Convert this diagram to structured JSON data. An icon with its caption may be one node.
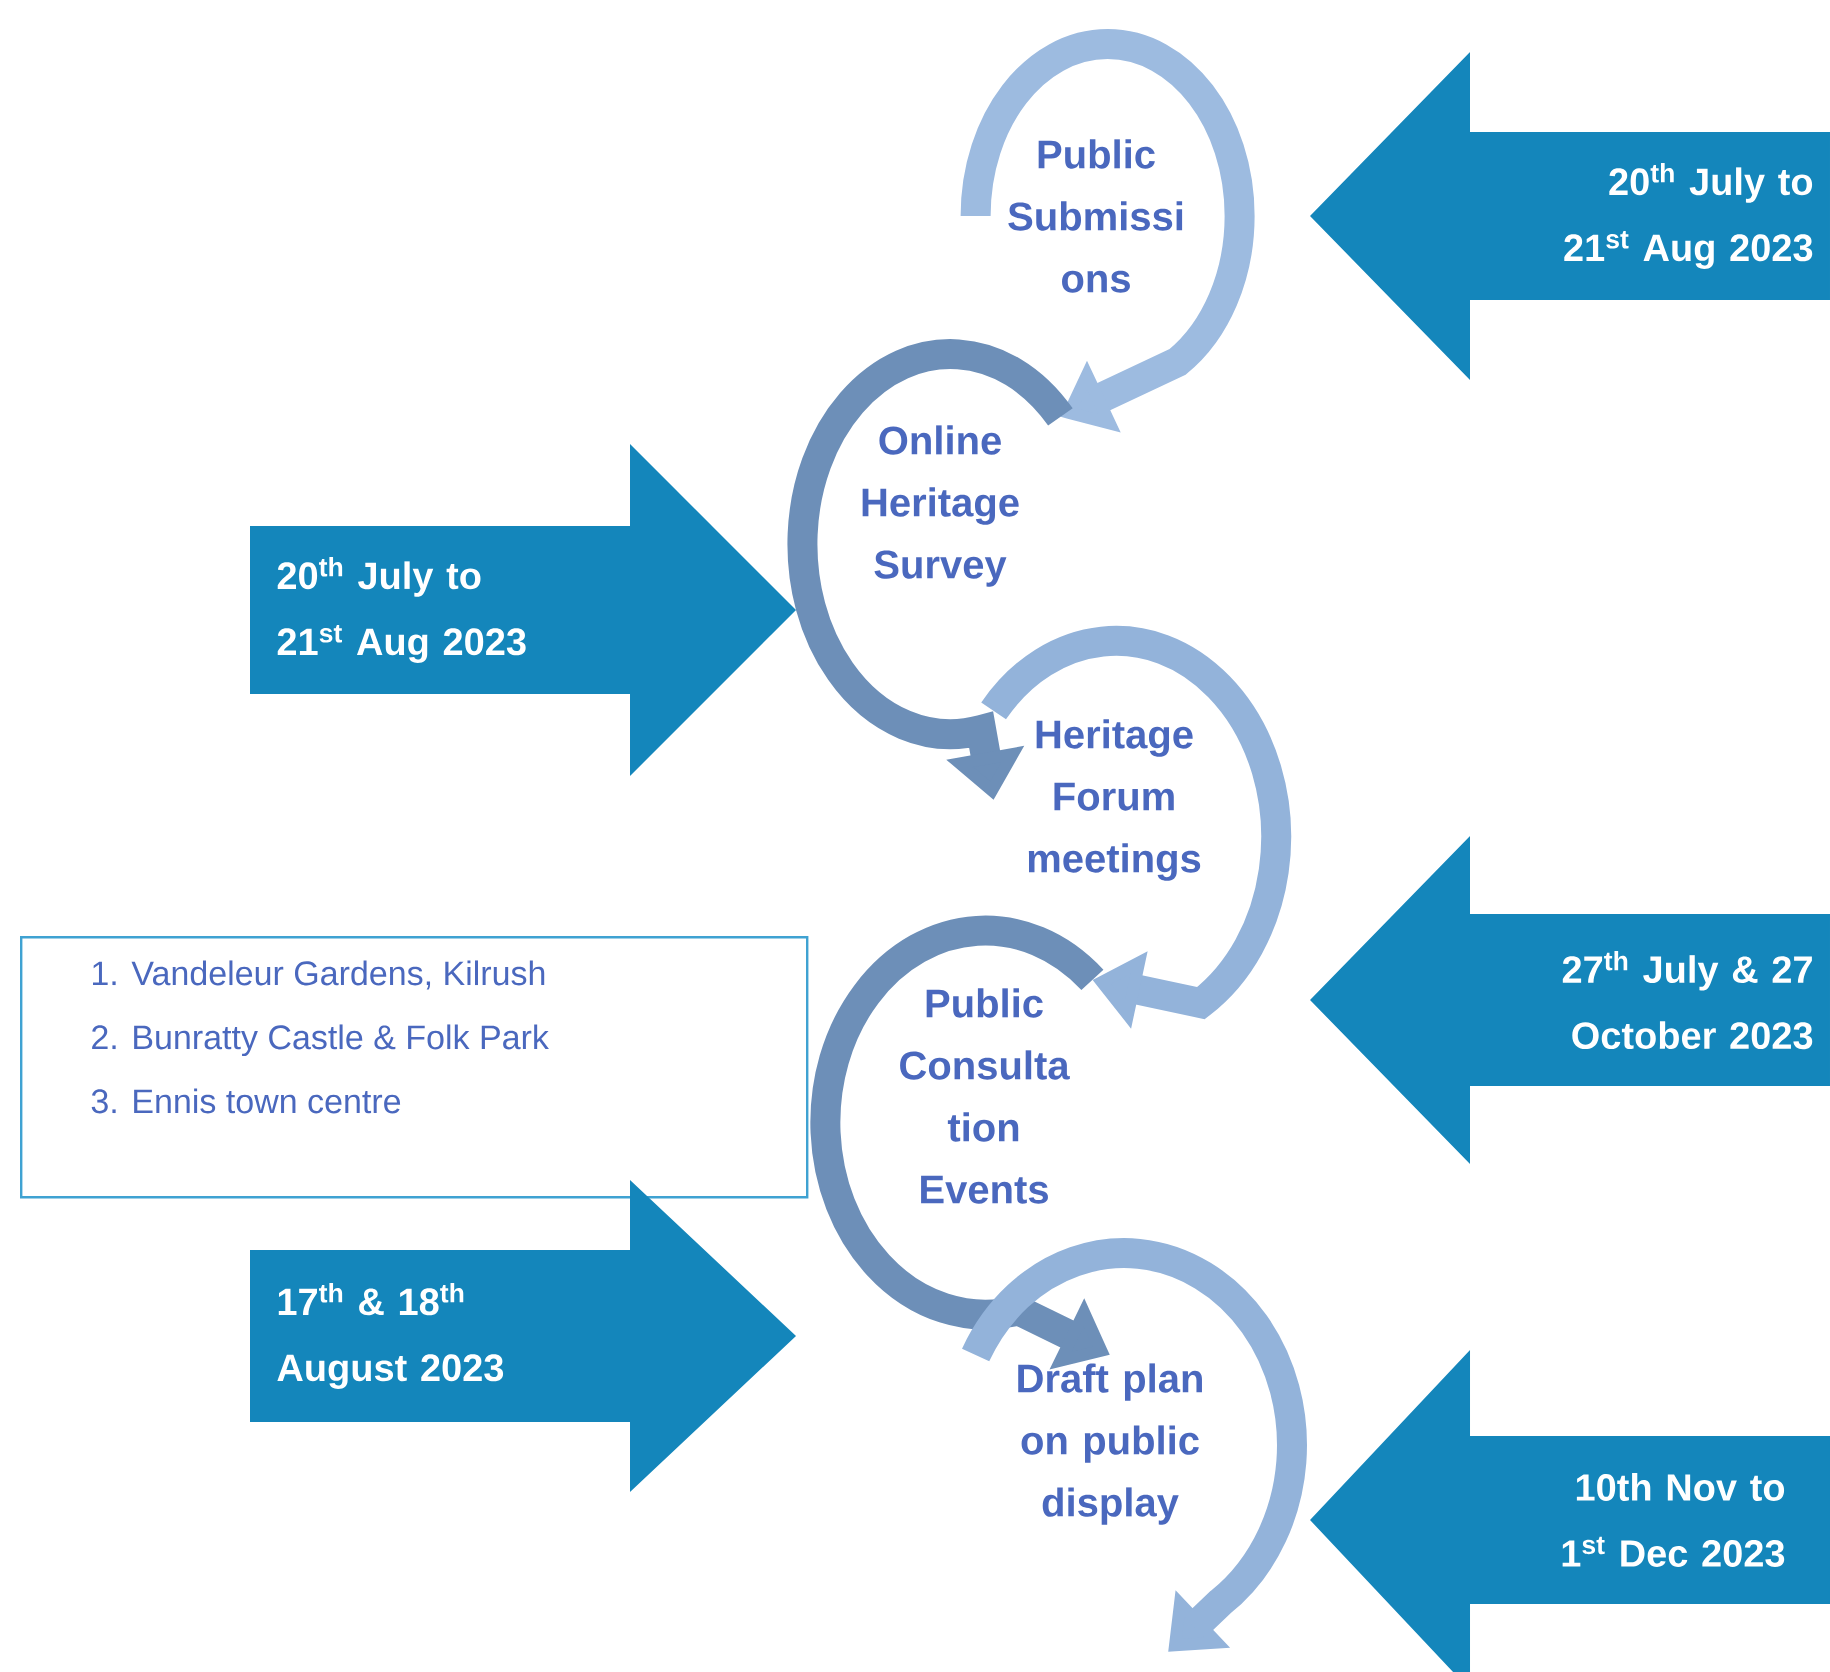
{
  "diagram": {
    "nodes": [
      {
        "text": [
          "Public Submissi ons"
        ]
      },
      {
        "text": [
          "Online Heritage Survey"
        ]
      },
      {
        "text": [
          "Heritage Forum meetings"
        ]
      },
      {
        "text": [
          "Public Consulta tion Events"
        ]
      },
      {
        "text": [
          "Draft plan on public display"
        ]
      },
      {
        "text": [
          "20$^{th}$ July  to 21$^{st}$ Aug 2023"
        ]
      },
      {
        "text": [
          "20$^{th}$ July  to 21$^{st}$ Aug 2023"
        ]
      },
      {
        "text": [
          "27$^{th}$ July & 27 October 2023"
        ]
      },
      {
        "text": [
          "1.  Vandeleur Gardens, Kilrush",
          "2.  Bunratty Castle & Folk Park",
          "3.  Ennis town centre"
        ]
      },
      {
        "text": [
          "17$^{th}$ & 18$^{th}$ August 2023"
        ]
      },
      {
        "text": [
          "10th Nov to 1$^{st}$ Dec 2023"
        ]
      }
    ],
    "edges": [
      {
        "from": 0,
        "to": 1,
        "arrow": "to"
      },
      {
        "from": 1,
        "to": 2,
        "arrow": "to"
      },
      {
        "from": 2,
        "to": 3,
        "arrow": "to"
      },
      {
        "from": 3,
        "to": 4,
        "arrow": "to"
      },
      {
        "from": 4,
        "to": null,
        "arrow": "to"
      }
    ]
  }
}
